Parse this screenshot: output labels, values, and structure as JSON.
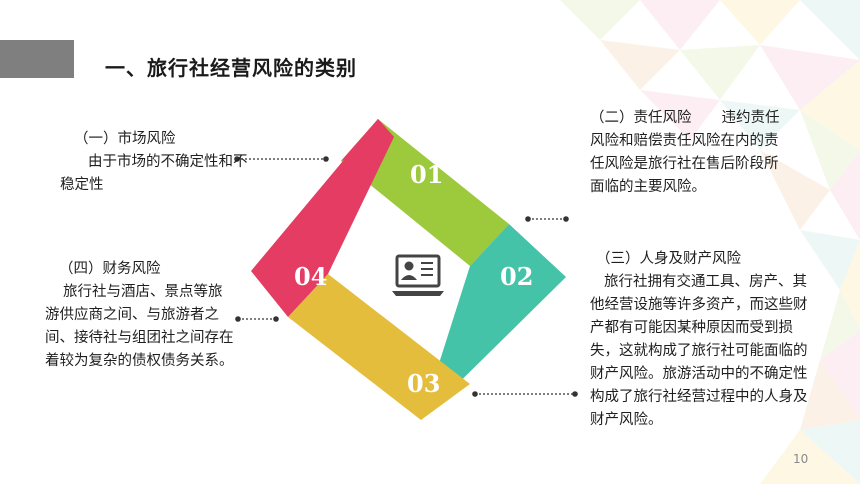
{
  "title": "一、旅行社经营风险的类别",
  "items": [
    {
      "number": "01",
      "heading": "（一）市场风险",
      "body": "由于市场的不确定性和不稳定性"
    },
    {
      "number": "02",
      "heading": "（二）责任风险",
      "body": "违约责任风险和赔偿责任风险在内的责任风险是旅行社在售后阶段所面临的主要风险。"
    },
    {
      "number": "03",
      "heading": "（三）人身及财产风险",
      "body": "旅行社拥有交通工具、房产、其他经营设施等许多资产，而这些财产都有可能因某种原因而受到损失，这就构成了旅行社可能面临的财产风险。旅游活动中的不确定性构成了旅行社经营过程中的人身及财产风险。"
    },
    {
      "number": "04",
      "heading": "（四）财务风险",
      "body": "旅行社与酒店、景点等旅游供应商之间、与旅游者之间、接待社与组团社之间存在着较为复杂的债权债务关系。"
    }
  ],
  "colors": {
    "green": "#9dc93c",
    "teal": "#44c3a8",
    "yellow": "#e5bd3c",
    "red": "#e43c63",
    "title_bar": "#7f7f7f"
  },
  "center_icon": "computer-user-icon",
  "page_number": "10"
}
